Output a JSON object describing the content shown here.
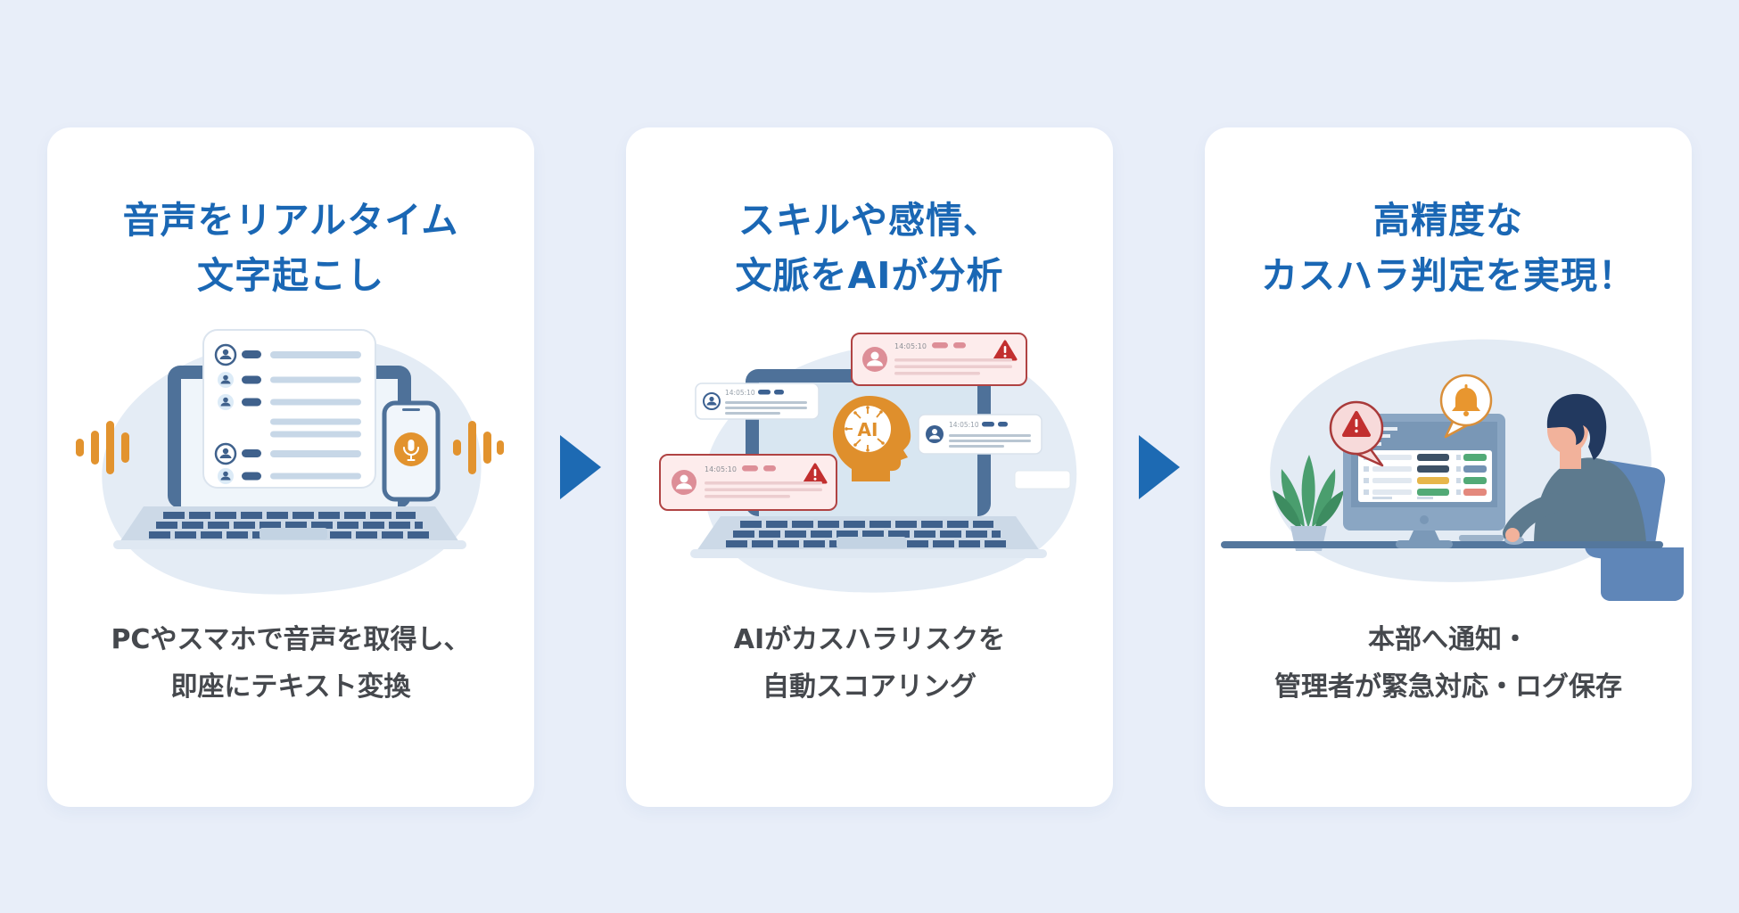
{
  "canvas": {
    "background": "#e8eef9",
    "card_background": "#ffffff",
    "title_color": "#1a67b4",
    "desc_color": "#45484d",
    "arrow_color": "#1d6ab3",
    "accent_orange": "#e2932e",
    "laptop_blue": "#4e7199",
    "alert_red": "#c22f2f"
  },
  "steps": [
    {
      "name": "voice-transcription",
      "title_lines": [
        "音声をリアルタイム",
        "文字起こし"
      ],
      "desc_lines": [
        "PCやスマホで音声を取得し、",
        "即座にテキスト変換"
      ]
    },
    {
      "name": "ai-analysis",
      "title_lines": [
        "スキルや感情、",
        "文脈をAIが分析"
      ],
      "desc_lines": [
        "AIがカスハラリスクを",
        "自動スコアリング"
      ],
      "chat_timestamp": "14:05:10",
      "ai_label": "AI"
    },
    {
      "name": "harassment-detection",
      "title_lines": [
        "高精度な",
        "カスハラ判定を実現！"
      ],
      "desc_lines": [
        "本部へ通知・",
        "管理者が緊急対応・ログ保存"
      ]
    }
  ]
}
